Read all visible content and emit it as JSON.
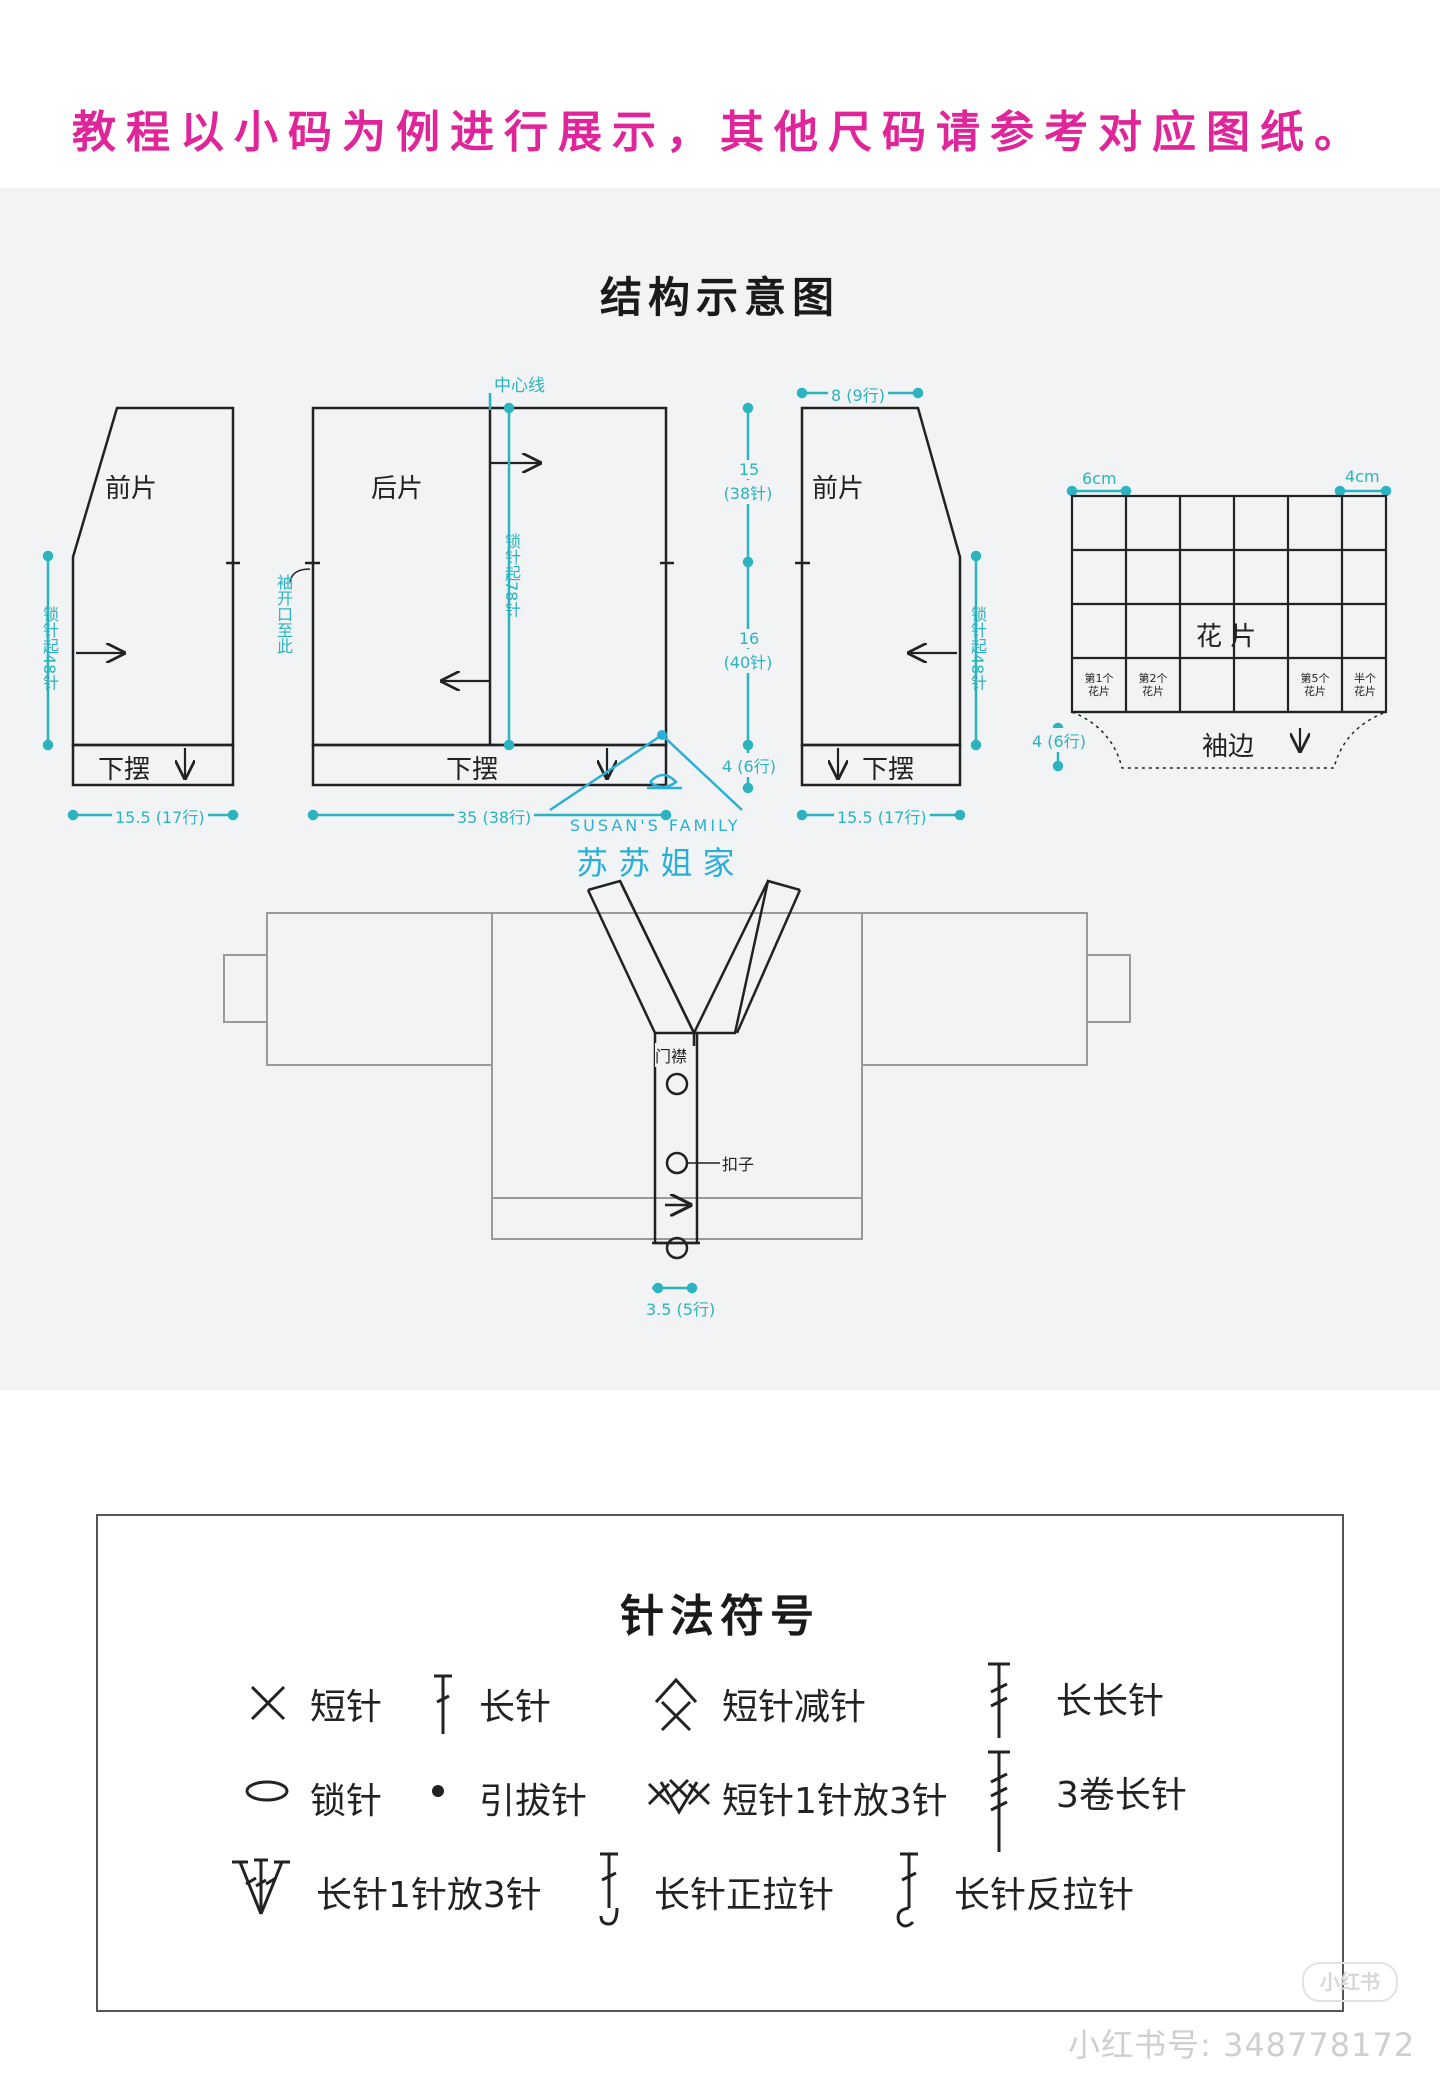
{
  "banner": {
    "text": "教程以小码为例进行展示，其他尺码请参考对应图纸。",
    "color": "#e0249a"
  },
  "diagram": {
    "title": "结构示意图",
    "labels": {
      "front_left": "前片",
      "back": "后片",
      "front_right": "前片",
      "hem_left": "下摆",
      "hem_back": "下摆",
      "hem_right": "下摆",
      "center_line": "中心线",
      "chain_78": "锁针起78针",
      "chain_48_left": "锁针起48针",
      "chain_48_right": "锁针起48针",
      "sleeve_opening": "袖开口至此",
      "dim_top_8": "8 (9行)",
      "dim_15": "15",
      "dim_15_rows": "(38针)",
      "dim_16": "16",
      "dim_16_rows": "(40针)",
      "dim_4_rows": "4 (6行)",
      "dim_left_width": "15.5 (17行)",
      "dim_back_width": "35 (38行)",
      "dim_right_width": "15.5 (17行)",
      "sleeve_6cm": "6cm",
      "sleeve_4cm": "4cm",
      "flower_piece": "花  片",
      "motif_1": "第1个花片",
      "motif_2": "第2个花片",
      "motif_5": "第5个花片",
      "motif_half": "半个花片",
      "cuff": "袖边",
      "cuff_4_rows": "4 (6行)",
      "button_band": "门襟",
      "button": "扣子",
      "band_width": "3.5 (5行)"
    },
    "brand": {
      "en": "SUSAN'S   FAMILY",
      "cn": "苏 苏 姐 家",
      "color": "#2ab0d8"
    },
    "accent_color": "#2bb4c0"
  },
  "legend": {
    "title": "针法符号",
    "items": [
      {
        "icon": "x-mark-icon",
        "label": "短针"
      },
      {
        "icon": "double-crochet-icon",
        "label": "长针"
      },
      {
        "icon": "sc-decrease-icon",
        "label": "短针减针"
      },
      {
        "icon": "triple-crochet-icon",
        "label": "长长针"
      },
      {
        "icon": "chain-oval-icon",
        "label": "锁针"
      },
      {
        "icon": "slip-stitch-dot-icon",
        "label": "引拔针"
      },
      {
        "icon": "sc-3-in-1-icon",
        "label": "短针1针放3针"
      },
      {
        "icon": "double-treble-icon",
        "label": "3卷长针"
      },
      {
        "icon": "dc-3-in-1-icon",
        "label": "长针1针放3针"
      },
      {
        "icon": "front-post-dc-icon",
        "label": "长针正拉针"
      },
      {
        "icon": "back-post-dc-icon",
        "label": "长针反拉针"
      }
    ]
  },
  "watermark": {
    "badge": "小红书",
    "id": "小红书号: 348778172"
  }
}
